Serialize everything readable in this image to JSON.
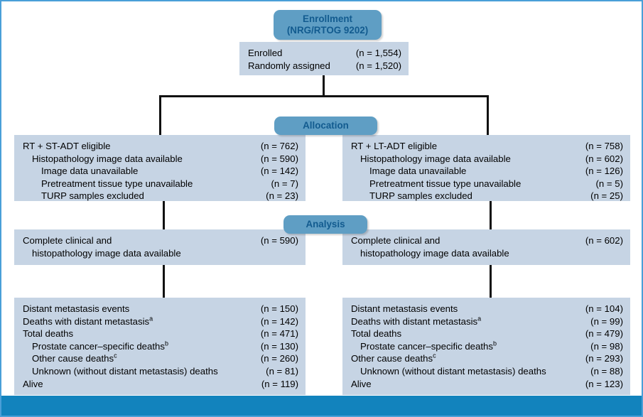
{
  "figure": {
    "type": "consort-flow-diagram",
    "accent_color": "#1283bd",
    "pill_color": "#5f9ec4",
    "pill_text_color": "#125b8f",
    "box_color": "#c6d4e4",
    "border_color": "#4a9fd8",
    "connector_color": "#111111"
  },
  "pills": {
    "enrollment_line1": "Enrollment",
    "enrollment_line2": "(NRG/RTOG 9202)",
    "allocation": "Allocation",
    "analysis": "Analysis"
  },
  "enrollment_box": {
    "rows": [
      {
        "label": "Enrolled",
        "n": "(n = 1,554)",
        "indent": 0
      },
      {
        "label": "Randomly assigned",
        "n": "(n = 1,520)",
        "indent": 0
      }
    ]
  },
  "allocation_left": {
    "rows": [
      {
        "label": "RT + ST-ADT eligible",
        "n": "(n = 762)",
        "indent": 0
      },
      {
        "label": "Histopathology image data available",
        "n": "(n = 590)",
        "indent": 1
      },
      {
        "label": "Image data unavailable",
        "n": "(n = 142)",
        "indent": 2
      },
      {
        "label": "Pretreatment tissue type unavailable",
        "n": "(n = 7)",
        "indent": 2
      },
      {
        "label": "TURP samples excluded",
        "n": "(n = 23)",
        "indent": 2
      }
    ]
  },
  "allocation_right": {
    "rows": [
      {
        "label": "RT + LT-ADT eligible",
        "n": "(n = 758)",
        "indent": 0
      },
      {
        "label": "Histopathology image data available",
        "n": "(n = 602)",
        "indent": 1
      },
      {
        "label": "Image data unavailable",
        "n": "(n = 126)",
        "indent": 2
      },
      {
        "label": "Pretreatment tissue type unavailable",
        "n": "(n = 5)",
        "indent": 2
      },
      {
        "label": "TURP samples excluded",
        "n": "(n = 25)",
        "indent": 2
      }
    ]
  },
  "analysis_left": {
    "rows": [
      {
        "label": "Complete clinical and",
        "n": "(n = 590)",
        "indent": 0
      },
      {
        "label": "histopathology image data available",
        "n": "",
        "indent": 1
      }
    ]
  },
  "analysis_right": {
    "rows": [
      {
        "label": "Complete clinical and",
        "n": "(n = 602)",
        "indent": 0
      },
      {
        "label": "histopathology image data available",
        "n": "",
        "indent": 1
      }
    ]
  },
  "outcomes_left": {
    "rows": [
      {
        "label": "Distant metastasis events",
        "sup": "",
        "n": "(n = 150)",
        "indent": 0
      },
      {
        "label": "Deaths with distant metastasis",
        "sup": "a",
        "n": "(n = 142)",
        "indent": 0
      },
      {
        "label": "Total deaths",
        "sup": "",
        "n": "(n = 471)",
        "indent": 0
      },
      {
        "label": "Prostate cancer–specific deaths",
        "sup": "b",
        "n": "(n = 130)",
        "indent": 1
      },
      {
        "label": "Other cause deaths",
        "sup": "c",
        "n": "(n = 260)",
        "indent": 1
      },
      {
        "label": "Unknown (without distant metastasis) deaths",
        "sup": "",
        "n": "(n = 81)",
        "indent": 1
      },
      {
        "label": "Alive",
        "sup": "",
        "n": "(n = 119)",
        "indent": 0
      }
    ]
  },
  "outcomes_right": {
    "rows": [
      {
        "label": "Distant metastasis events",
        "sup": "",
        "n": "(n = 104)",
        "indent": 0
      },
      {
        "label": "Deaths with distant metastasis",
        "sup": "a",
        "n": "(n = 99)",
        "indent": 0
      },
      {
        "label": "Total deaths",
        "sup": "",
        "n": "(n = 479)",
        "indent": 0
      },
      {
        "label": "Prostate cancer–specific deaths",
        "sup": "b",
        "n": "(n = 98)",
        "indent": 1
      },
      {
        "label": "Other cause deaths",
        "sup": "c",
        "n": "(n = 293)",
        "indent": 0
      },
      {
        "label": "Unknown (without distant metastasis) deaths",
        "sup": "",
        "n": "(n = 88)",
        "indent": 1
      },
      {
        "label": "Alive",
        "sup": "",
        "n": "(n = 123)",
        "indent": 0
      }
    ]
  }
}
